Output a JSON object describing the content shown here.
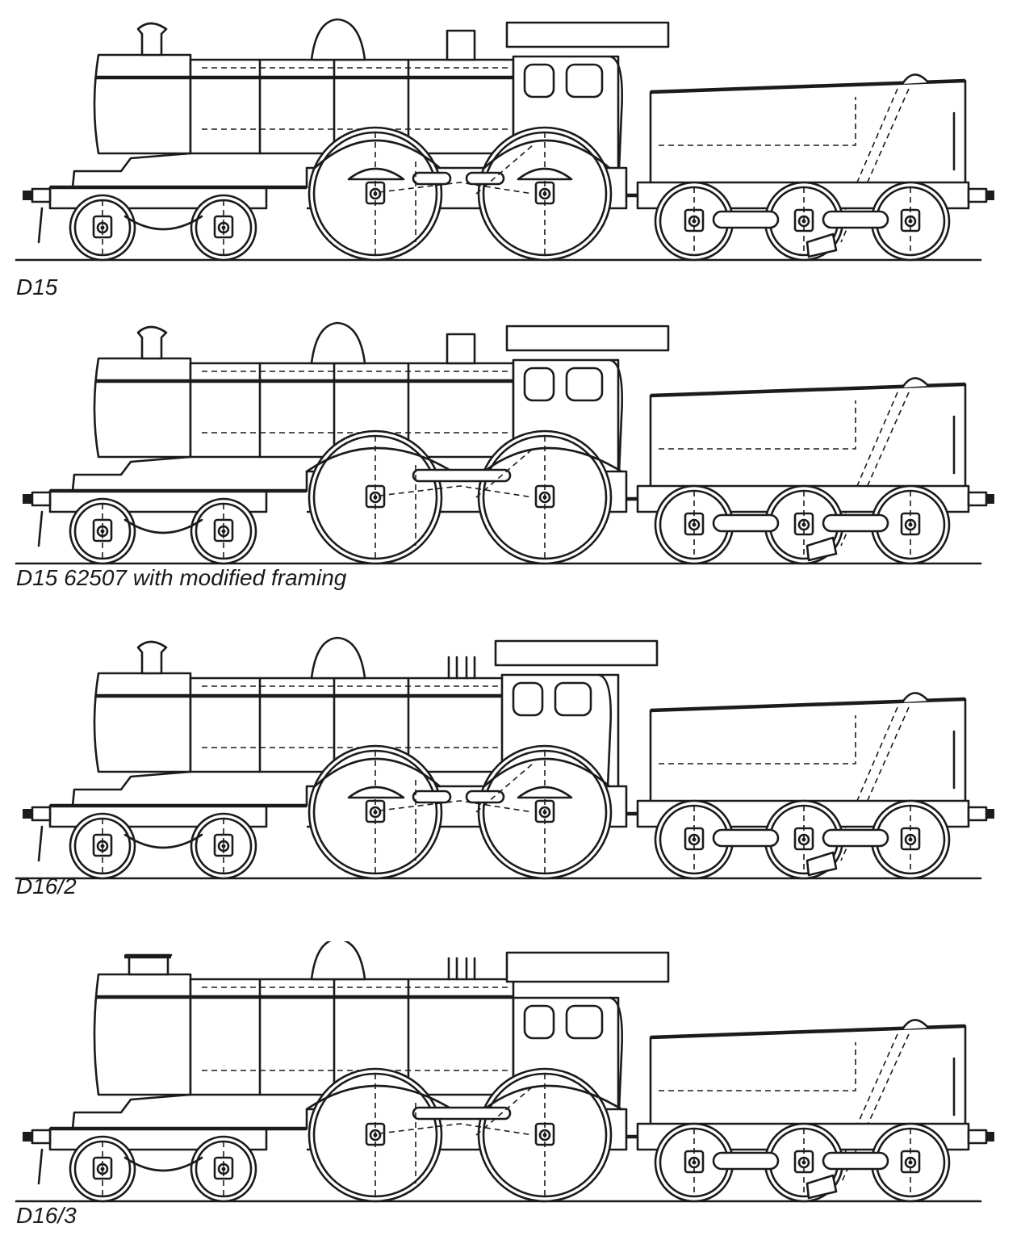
{
  "plates": [
    {
      "caption": "D15",
      "variant": "d15"
    },
    {
      "caption": "D15 62507 with modified framing",
      "variant": "d15mod"
    },
    {
      "caption": "D16/2",
      "variant": "d162"
    },
    {
      "caption": "D16/3",
      "variant": "d163"
    }
  ]
}
